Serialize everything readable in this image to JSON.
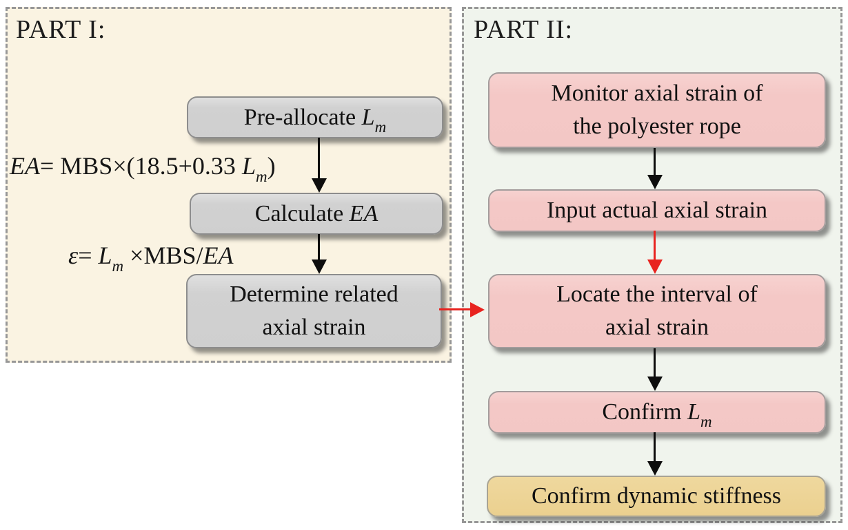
{
  "colors": {
    "part1_bg": "#faf3e2",
    "part2_bg": "#f0f4ed",
    "gray_box": "#d1d1d1",
    "pink_box": "#f3c7c5",
    "gold_box": "#ebd08f",
    "arrow_black": "#0d0d0d",
    "arrow_red": "#e8231f",
    "dashed_border": "#979797"
  },
  "part1": {
    "title": "PART I:",
    "boxes": {
      "pre_allocate": {
        "text": "Pre-allocate ",
        "var": "L",
        "sub": "m"
      },
      "calculate": {
        "text": "Calculate ",
        "var": "EA"
      },
      "determine": {
        "line1": "Determine related",
        "line2": "axial strain"
      }
    },
    "formulas": {
      "ea": {
        "lhs": "EA",
        "mid": "= MBS×(18.5+0.33 ",
        "var": "L",
        "sub": "m",
        "close": ")"
      },
      "eps": {
        "lhs": "ε",
        "mid1": "= ",
        "var": "L",
        "sub": "m",
        "mid2": " ×MBS/",
        "rhs": "EA"
      }
    }
  },
  "part2": {
    "title": "PART II:",
    "boxes": {
      "monitor": {
        "line1": "Monitor axial strain of",
        "line2": "the polyester rope"
      },
      "input": {
        "text": "Input actual axial strain"
      },
      "locate": {
        "line1": "Locate the interval of",
        "line2": "axial strain"
      },
      "confirm_lm": {
        "text": "Confirm ",
        "var": "L",
        "sub": "m"
      },
      "confirm_stiffness": {
        "text": "Confirm dynamic stiffness"
      }
    }
  }
}
